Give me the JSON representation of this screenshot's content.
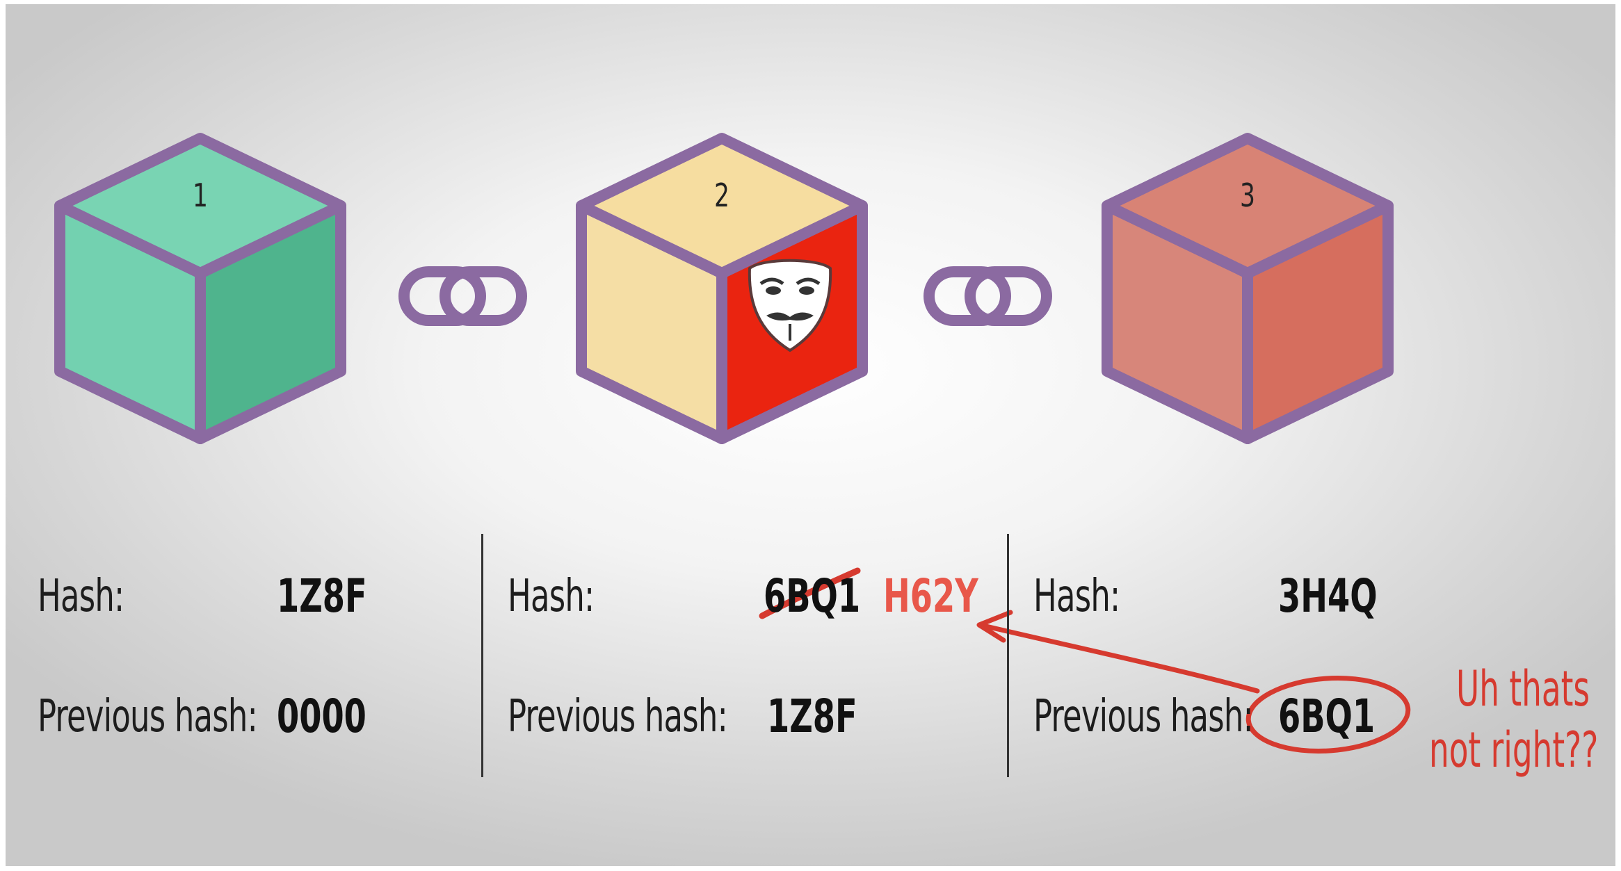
{
  "blocks": [
    {
      "number": "1",
      "hash_label": "Hash:",
      "hash": "1Z8F",
      "prev_label": "Previous hash:",
      "prev_hash": "0000",
      "colors": {
        "top": "#79d4b3",
        "left": "#73d1b0",
        "right": "#4fb48d"
      }
    },
    {
      "number": "2",
      "hash_label": "Hash:",
      "hash_old": "6BQ1",
      "hash_new": "H62Y",
      "prev_label": "Previous hash:",
      "prev_hash": "1Z8F",
      "colors": {
        "top": "#f6dda0",
        "left": "#f5dea5",
        "right": "#ea2410"
      }
    },
    {
      "number": "3",
      "hash_label": "Hash:",
      "hash": "3H4Q",
      "prev_label": "Previous hash:",
      "prev_hash": "6BQ1",
      "colors": {
        "top": "#d88375",
        "left": "#d7867a",
        "right": "#d66e5e"
      }
    }
  ],
  "remark": {
    "line1": "Uh thats",
    "line2": "not right??"
  },
  "colors": {
    "outline": "#8b6aa1",
    "annotation_red": "#d63a2f",
    "new_hash_red": "#e8574a"
  },
  "icons": [
    "chain-link-icon",
    "chain-link-icon",
    "hacker-mask-icon"
  ]
}
